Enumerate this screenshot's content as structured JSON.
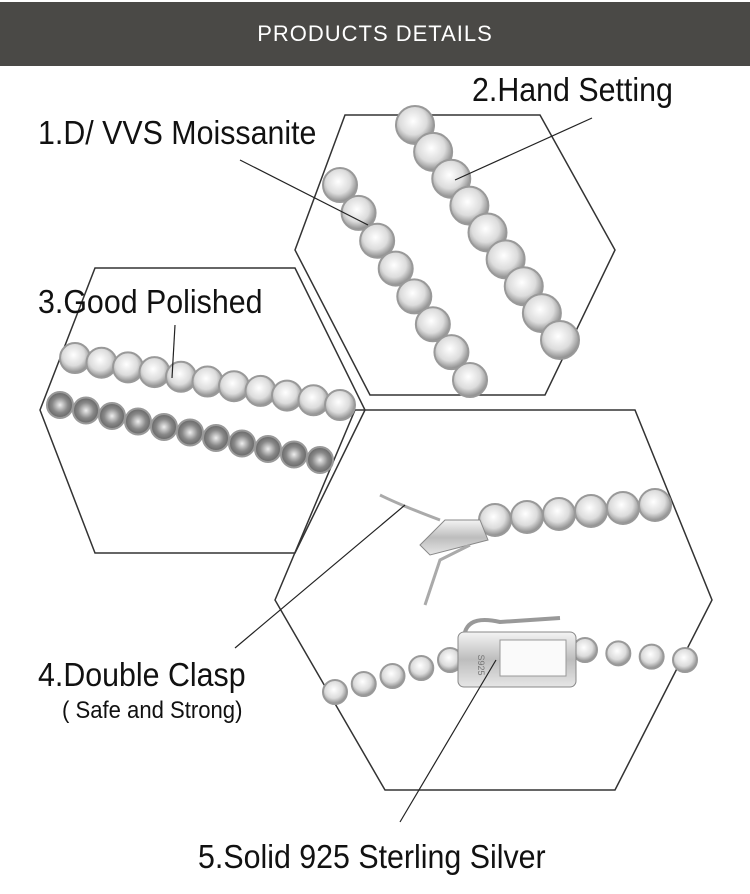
{
  "header": {
    "title": "PRODUCTS DETAILS"
  },
  "features": [
    {
      "label": "1.D/ VVS Moissanite"
    },
    {
      "label": "2.Hand Setting"
    },
    {
      "label": "3.Good Polished"
    },
    {
      "label": "4.Double Clasp",
      "sublabel": "( Safe and Strong)"
    },
    {
      "label": "5.Solid 925 Sterling Silver"
    }
  ],
  "clasp_stamp": "S925",
  "colors": {
    "header_bg": "#4a4946",
    "header_text": "#ffffff",
    "frame_line": "#333333"
  }
}
